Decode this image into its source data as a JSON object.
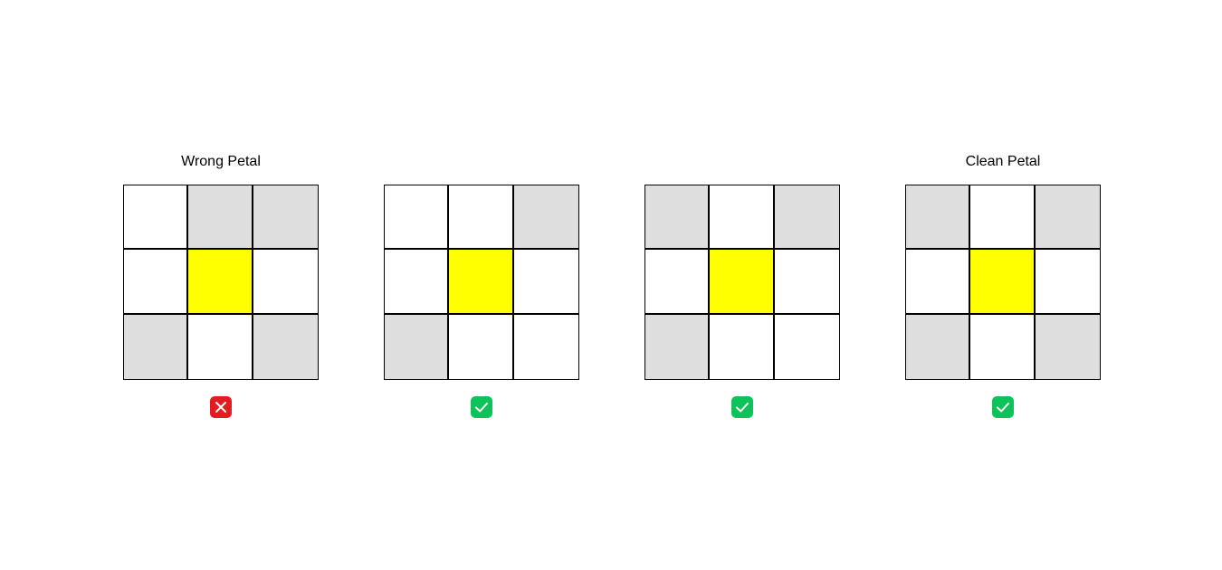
{
  "panels": [
    {
      "title": "Wrong Petal",
      "cells": [
        "white",
        "gray",
        "gray",
        "white",
        "yellow",
        "white",
        "gray",
        "white",
        "gray"
      ],
      "status": "cross-icon",
      "status_color": "#e11d21"
    },
    {
      "title": "",
      "cells": [
        "white",
        "white",
        "gray",
        "white",
        "yellow",
        "white",
        "gray",
        "white",
        "white"
      ],
      "status": "check-icon",
      "status_color": "#0fc15a"
    },
    {
      "title": "",
      "cells": [
        "gray",
        "white",
        "gray",
        "white",
        "yellow",
        "white",
        "gray",
        "white",
        "white"
      ],
      "status": "check-icon",
      "status_color": "#0fc15a"
    },
    {
      "title": "Clean Petal",
      "cells": [
        "gray",
        "white",
        "gray",
        "white",
        "yellow",
        "white",
        "gray",
        "white",
        "gray"
      ],
      "status": "check-icon",
      "status_color": "#0fc15a"
    }
  ],
  "colors": {
    "gray": "#dedede",
    "yellow": "#ffff00",
    "white": "#ffffff",
    "border": "#000000"
  }
}
